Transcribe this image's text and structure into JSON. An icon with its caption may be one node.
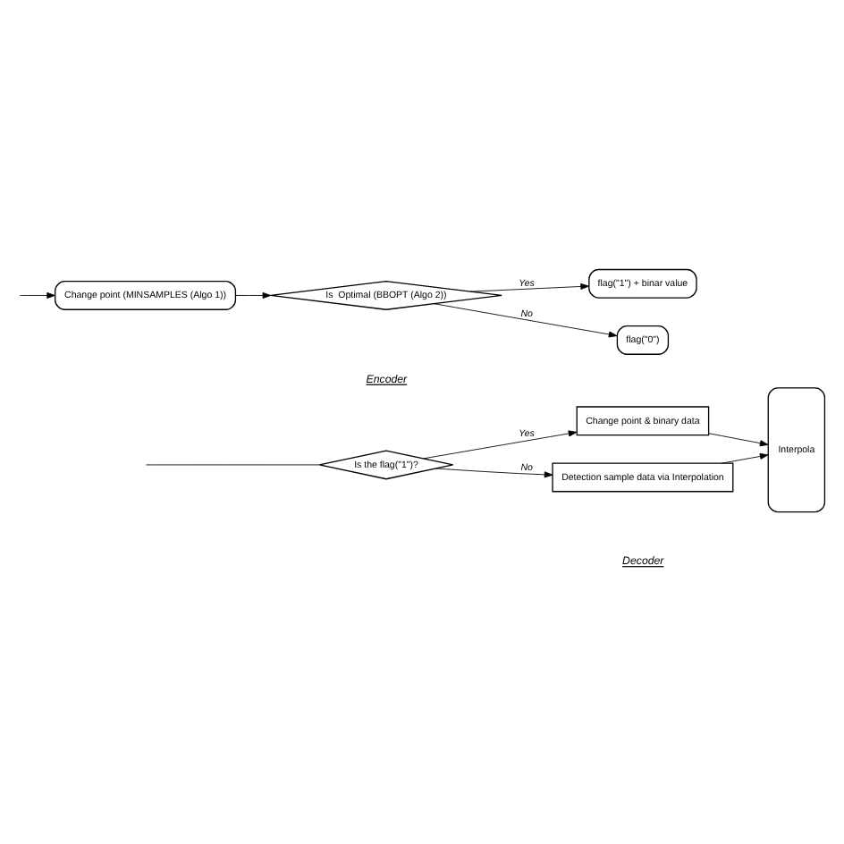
{
  "diagram": {
    "nodes": [
      {
        "text": [
          "Change point (MINSAMPLES (Algo 1))"
        ]
      },
      {
        "text": [
          "Is  Optimal (BBOPT (Algo 2))"
        ]
      },
      {
        "text": [
          "flag(\"1\") + binar value"
        ]
      },
      {
        "text": [
          "flag(\"0\")"
        ]
      },
      {
        "text": [
          "Is the flag(\"1\")?"
        ]
      },
      {
        "text": [
          "Change point & binary data"
        ]
      },
      {
        "text": [
          "Detection sample data via Interpolation"
        ]
      },
      {
        "text": [
          "Interpola"
        ]
      }
    ],
    "edges": [
      {
        "from": null,
        "to": 0,
        "arrow": "to"
      },
      {
        "from": 0,
        "to": 1,
        "arrow": "to"
      },
      {
        "from": 1,
        "to": 2,
        "arrow": "to",
        "label": "Yes"
      },
      {
        "from": 1,
        "to": 3,
        "arrow": "to",
        "label": "No"
      },
      {
        "from": null,
        "to": 4,
        "arrow": "none"
      },
      {
        "from": 4,
        "to": 5,
        "arrow": "to",
        "label": "Yes"
      },
      {
        "from": 4,
        "to": 6,
        "arrow": "to",
        "label": "No"
      },
      {
        "from": 5,
        "to": 7,
        "arrow": "to"
      },
      {
        "from": 6,
        "to": 7,
        "arrow": "to"
      }
    ],
    "labels": [
      "Encoder",
      "Decoder"
    ]
  }
}
